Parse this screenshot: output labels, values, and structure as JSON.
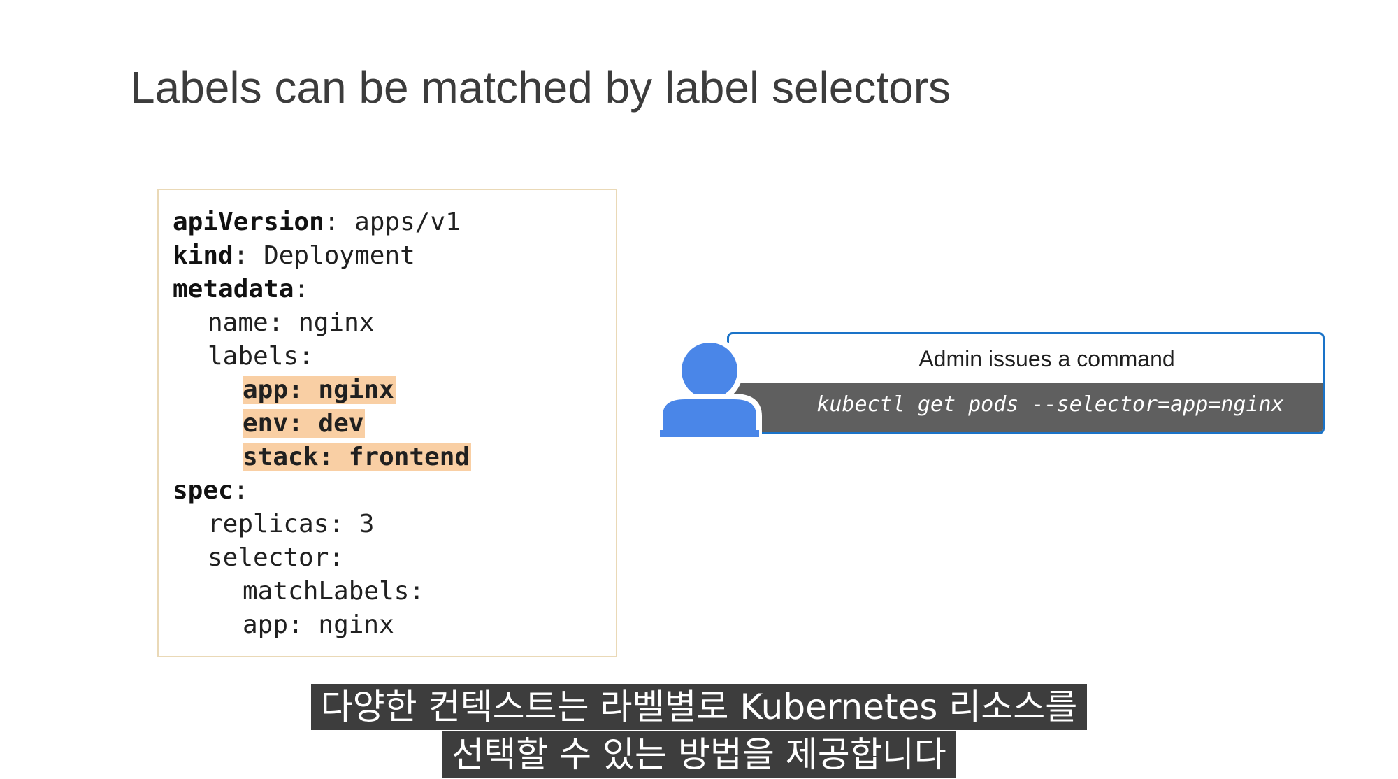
{
  "slide": {
    "title": "Labels can be matched by label selectors"
  },
  "yaml": {
    "lines": [
      {
        "key": "apiVersion",
        "sep": ": ",
        "value": "apps/v1"
      },
      {
        "key": "kind",
        "sep": ": ",
        "value": "Deployment"
      },
      {
        "key": "metadata",
        "sep": ":",
        "value": ""
      },
      {
        "key": "name",
        "sep": ": ",
        "value": "nginx"
      },
      {
        "key": "labels",
        "sep": ":",
        "value": ""
      },
      {
        "key": "app",
        "sep": ": ",
        "value": "nginx"
      },
      {
        "key": "env",
        "sep": ": ",
        "value": "dev"
      },
      {
        "key": "stack",
        "sep": ": ",
        "value": "frontend"
      },
      {
        "key": "spec",
        "sep": ":",
        "value": ""
      },
      {
        "key": "replicas",
        "sep": ": ",
        "value": "3"
      },
      {
        "key": "selector",
        "sep": ":",
        "value": ""
      },
      {
        "key": "matchLabels",
        "sep": ":",
        "value": ""
      },
      {
        "key": "app",
        "sep": ": ",
        "value": "nginx"
      }
    ],
    "highlight_color": "#f9cfa4"
  },
  "admin": {
    "header": "Admin issues a command",
    "command": "kubectl get pods --selector=app=nginx",
    "accent_color": "#1a73c8",
    "icon_color": "#4a86e8"
  },
  "subtitles": {
    "line1": "다양한 컨텍스트는 라벨별로 Kubernetes 리소스를",
    "line2": "선택할 수 있는 방법을 제공합니다"
  }
}
